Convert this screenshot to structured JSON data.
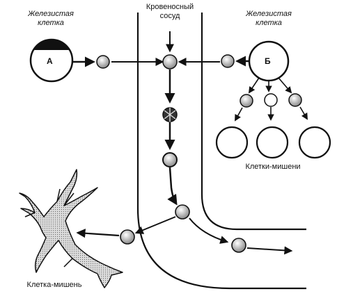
{
  "labels": {
    "gland_a_title": "Железистая\nклетка",
    "gland_b_title": "Железистая\nклетка",
    "vessel_title": "Кровеносный\nсосуд",
    "cell_a_letter": "А",
    "cell_b_letter": "Б",
    "target_cells_caption": "Клетки-мишени",
    "target_cell_caption": "Клетка-мишень"
  },
  "colors": {
    "ink": "#111111",
    "paper": "#ffffff",
    "molecule_fill": "#cfcfcf"
  }
}
